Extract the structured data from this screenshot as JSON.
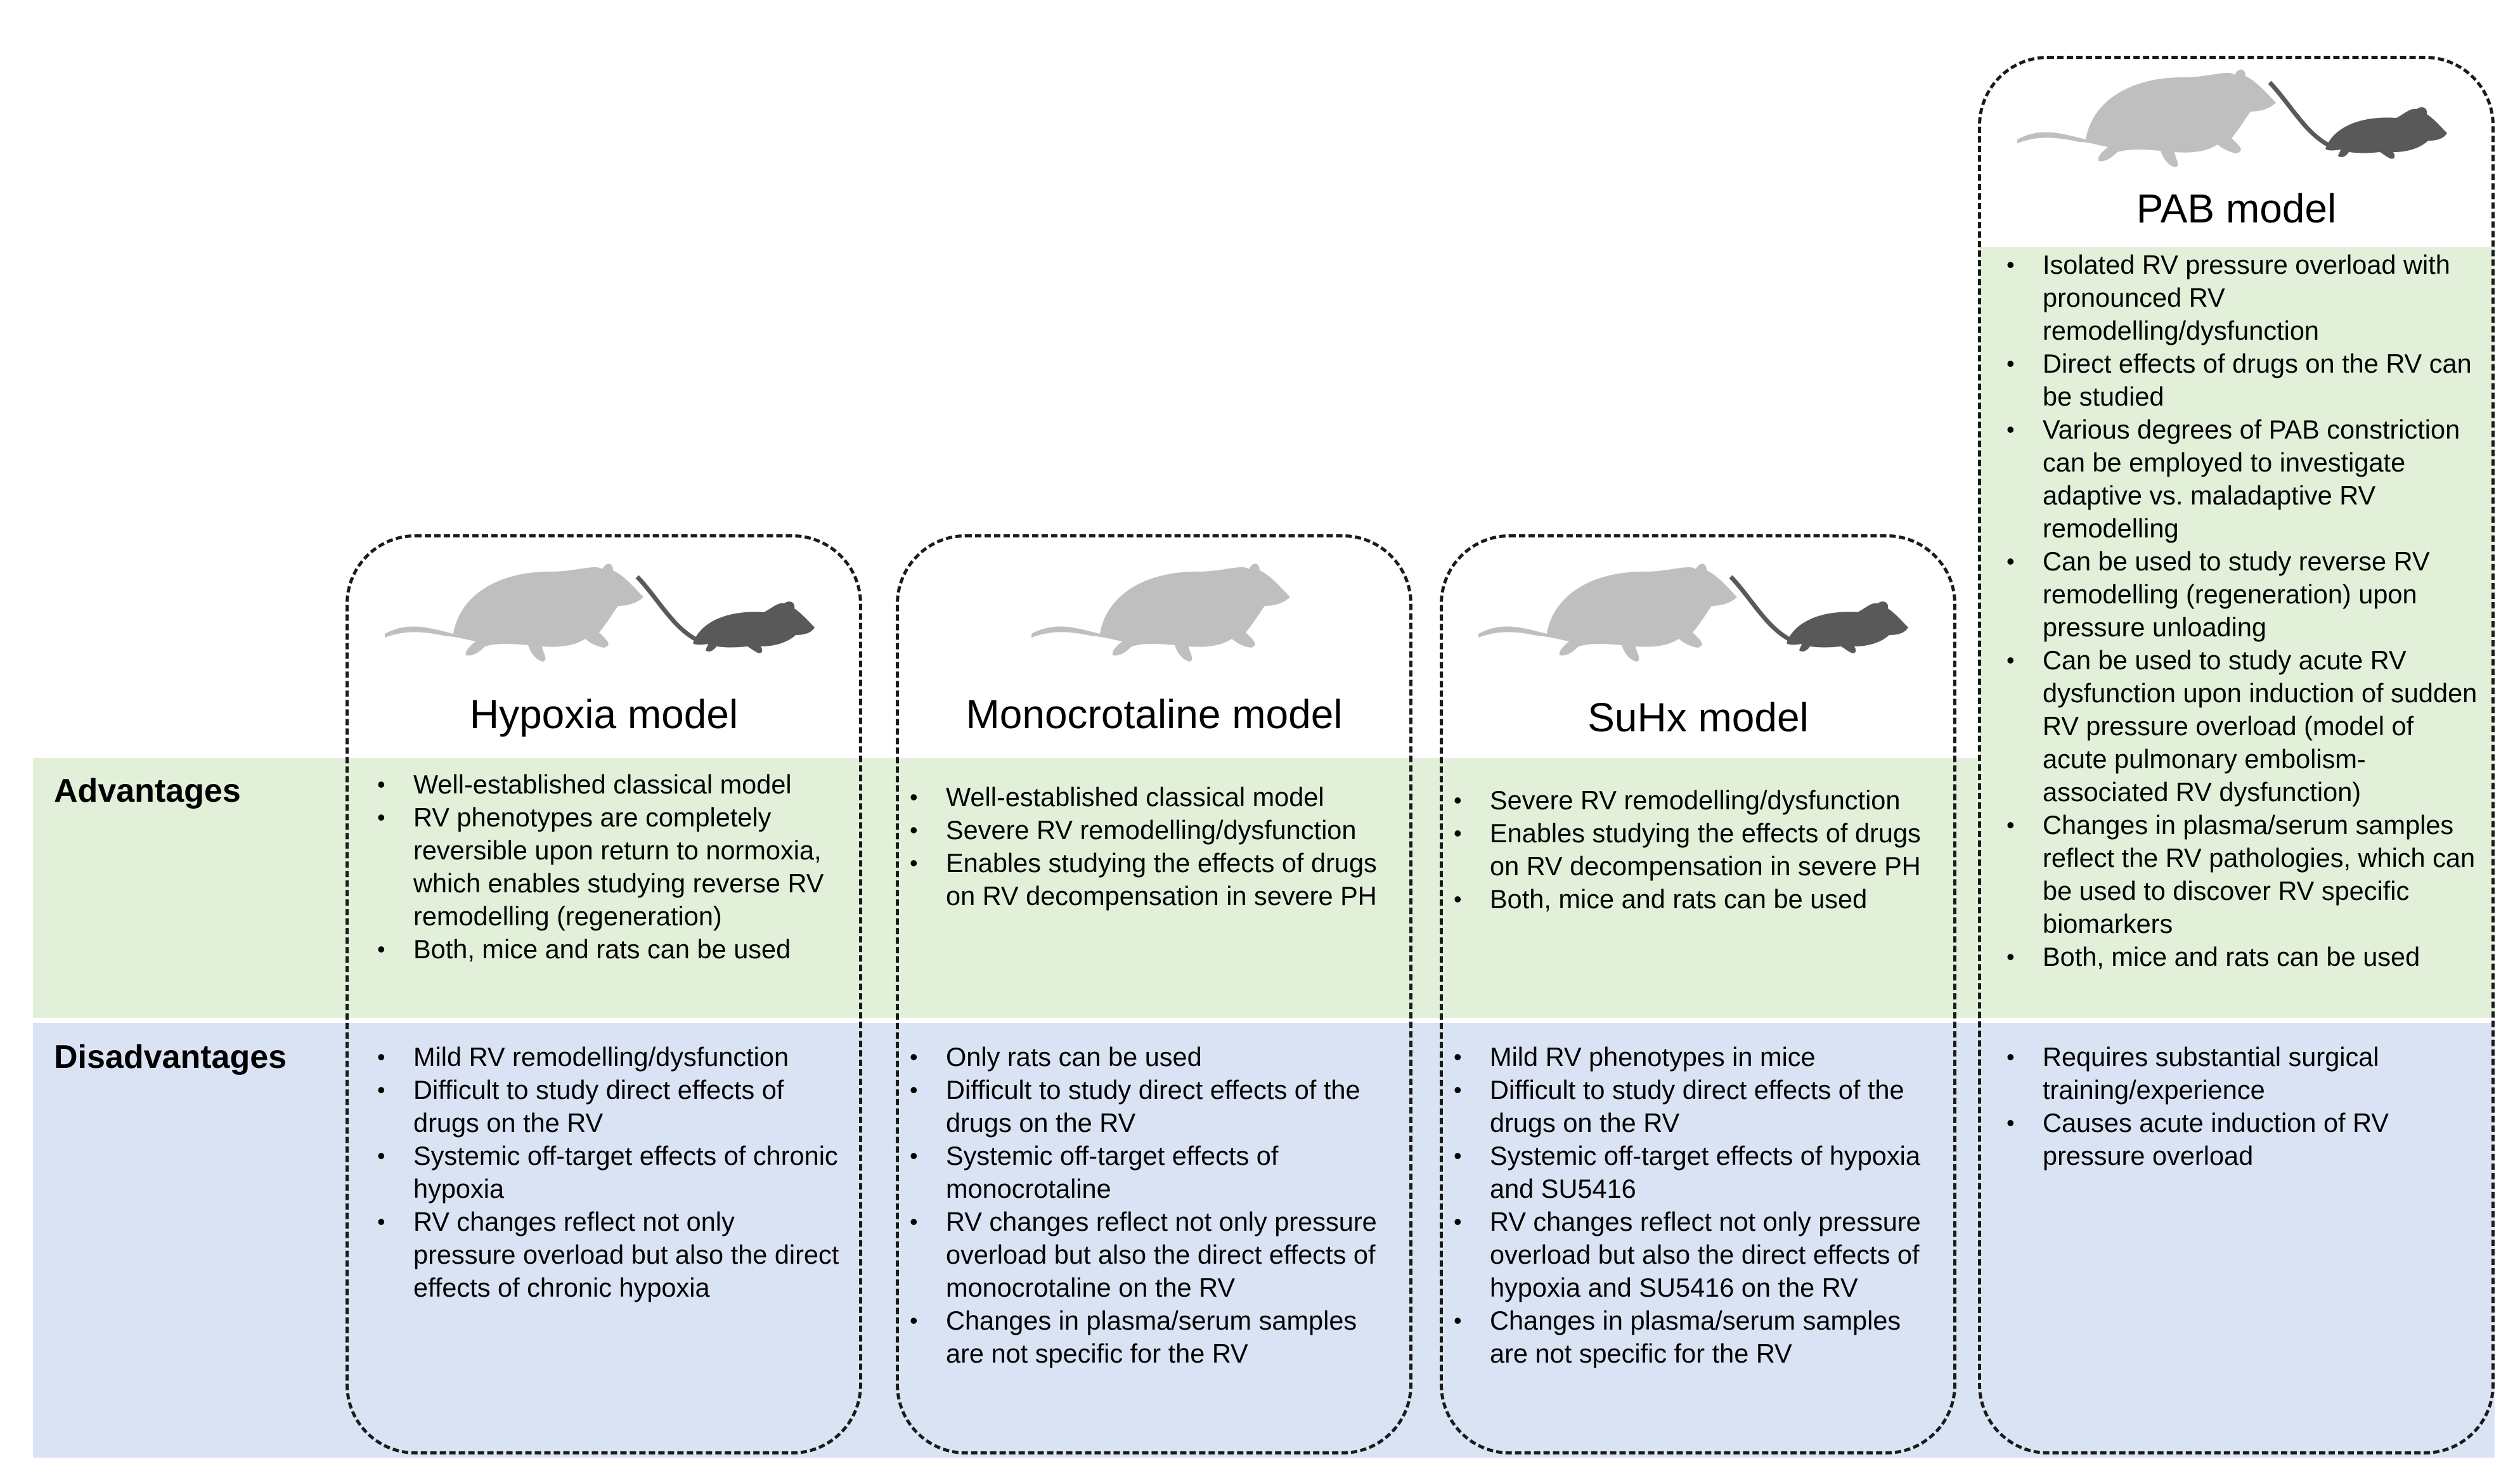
{
  "row_labels": {
    "advantages": "Advantages",
    "disadvantages": "Disadvantages"
  },
  "models": [
    {
      "title": "Hypoxia model",
      "animals": [
        "rat-icon",
        "mouse-icon"
      ],
      "advantages": [
        "Well-established classical model",
        "RV phenotypes are completely reversible upon return to normoxia, which enables studying reverse RV remodelling (regeneration)",
        "Both, mice and rats can be used"
      ],
      "disadvantages": [
        "Mild RV remodelling/dysfunction",
        "Difficult to study direct effects of drugs on the RV",
        "Systemic off-target effects of chronic hypoxia",
        "RV changes reflect not only pressure overload but also the direct effects of chronic hypoxia"
      ]
    },
    {
      "title": "Monocrotaline model",
      "animals": [
        "rat-icon"
      ],
      "advantages": [
        "Well-established classical model",
        "Severe RV remodelling/dysfunction",
        "Enables studying the effects of drugs on RV decompensation in severe PH"
      ],
      "disadvantages": [
        "Only rats can be used",
        "Difficult to study direct effects of the drugs on the RV",
        "Systemic off-target effects of monocrotaline",
        "RV changes reflect not only pressure overload but also the direct effects of monocrotaline on the RV",
        "Changes in plasma/serum samples are not specific for the RV"
      ]
    },
    {
      "title": "SuHx model",
      "animals": [
        "rat-icon",
        "mouse-icon"
      ],
      "advantages": [
        "Severe RV remodelling/dysfunction",
        "Enables studying the effects of drugs on RV decompensation in severe PH",
        "Both, mice and rats can be used"
      ],
      "disadvantages": [
        "Mild RV phenotypes in mice",
        "Difficult to study direct effects of the drugs on the RV",
        "Systemic off-target effects of hypoxia and SU5416",
        "RV changes reflect not only pressure overload but also the direct effects of hypoxia and SU5416 on the RV",
        "Changes in plasma/serum samples are not specific for the RV"
      ]
    },
    {
      "title": "PAB model",
      "animals": [
        "rat-icon",
        "mouse-icon"
      ],
      "advantages": [
        "Isolated RV pressure overload with pronounced RV remodelling/dysfunction",
        "Direct effects of drugs on the RV can be studied",
        "Various degrees of PAB constriction can be employed to investigate adaptive vs. maladaptive RV remodelling",
        "Can be used to study reverse RV remodelling (regeneration) upon pressure unloading",
        "Can be used to study acute RV dysfunction upon induction of sudden RV pressure overload (model of acute pulmonary embolism-associated RV dysfunction)",
        "Changes in plasma/serum samples reflect the RV pathologies, which can be used to discover RV specific biomarkers",
        "Both, mice and rats can be used"
      ],
      "disadvantages": [
        "Requires substantial surgical training/experience",
        "Causes acute induction of RV pressure overload"
      ]
    }
  ],
  "colors": {
    "advantages_band": "#e2f0d9",
    "disadvantages_band": "#dae3f3",
    "rat": "#bfbfbf",
    "mouse": "#595959"
  }
}
